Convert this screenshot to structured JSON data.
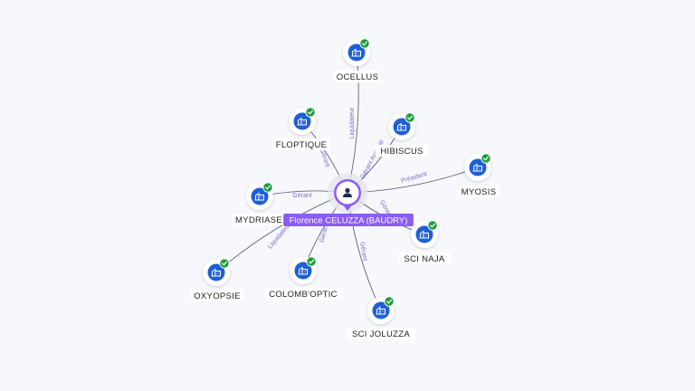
{
  "center": {
    "name": "Florence CELUZZA (BAUDRY)",
    "icon": "person-icon"
  },
  "companies": [
    {
      "id": "ocellus",
      "name": "OCELLUS",
      "relation": "Liquidateur",
      "status": "active",
      "icon": "building-icon"
    },
    {
      "id": "floptique",
      "name": "FLOPTIQUE",
      "relation": "Gérant",
      "status": "active",
      "icon": "building-icon"
    },
    {
      "id": "hibiscus",
      "name": "HIBISCUS",
      "relation": "Gérant Associé",
      "status": "active",
      "icon": "building-icon"
    },
    {
      "id": "myosis",
      "name": "MYOSIS",
      "relation": "Président",
      "status": "active",
      "icon": "building-icon"
    },
    {
      "id": "mydriase",
      "name": "MYDRIASE",
      "relation": "Gérant",
      "status": "active",
      "icon": "building-icon"
    },
    {
      "id": "sci-naja",
      "name": "SCI NAJA",
      "relation": "Gérant",
      "status": "active",
      "icon": "building-icon"
    },
    {
      "id": "oxyopsie",
      "name": "OXYOPSIE",
      "relation": "Liquidateur",
      "status": "active",
      "icon": "building-icon"
    },
    {
      "id": "colomboptic",
      "name": "COLOMB'OPTIC",
      "relation": "Gérant",
      "status": "active",
      "icon": "building-icon"
    },
    {
      "id": "sci-joluzza",
      "name": "SCI JOLUZZA",
      "relation": "Gérant",
      "status": "active",
      "icon": "building-icon"
    }
  ],
  "colors": {
    "center_accent": "#8b5cf6",
    "company_icon": "#1f5fd6",
    "status_check": "#1e9c3e",
    "edge": "#4b4f6b",
    "edge_label": "#7a6bd1"
  }
}
